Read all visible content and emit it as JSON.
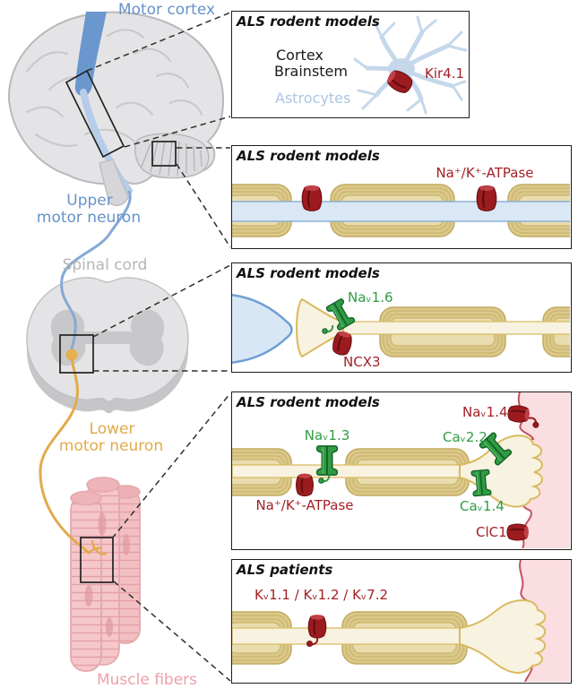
{
  "anatomy": {
    "labels": {
      "motor_cortex": "Motor cortex",
      "upper_1": "Upper",
      "upper_2": "motor neuron",
      "spinal_cord": "Spinal cord",
      "lower_1": "Lower",
      "lower_2": "motor neuron",
      "muscle_fibers": "Muscle fibers"
    }
  },
  "panels": [
    {
      "id": "astrocyte-panel",
      "title": "ALS rodent models",
      "labels": {
        "region1": "Cortex",
        "region2": "Brainstem",
        "cell": "Astrocytes",
        "kir41": "Kir4.1"
      }
    },
    {
      "id": "myelinated-axon-panel",
      "title": "ALS rodent models",
      "labels": {
        "atpase": "Na⁺/K⁺-ATPase"
      }
    },
    {
      "id": "axon-initial-segment-panel",
      "title": "ALS rodent models",
      "labels": {
        "nav16": "Naᵥ1.6",
        "ncx3": "NCX3"
      }
    },
    {
      "id": "neuromuscular-junction-rodent-panel",
      "title": "ALS rodent models",
      "labels": {
        "nav13": "Naᵥ1.3",
        "atpase": "Na⁺/K⁺-ATPase",
        "cav22": "Caᵥ2.2",
        "cav14": "Caᵥ1.4",
        "nav14": "Naᵥ1.4",
        "clc1": "ClC1"
      }
    },
    {
      "id": "neuromuscular-junction-patient-panel",
      "title": "ALS patients",
      "labels": {
        "kv": "Kᵥ1.1 / Kᵥ1.2 / Kᵥ7.2"
      }
    }
  ],
  "colors": {
    "channel_dark_red": "#9b1b1f",
    "channel_green": "#2f9c42",
    "label_red": "#a32025",
    "label_green": "#2f9c42",
    "label_blue": "#6593c9",
    "label_gray": "#b5b5b5",
    "label_yellow": "#e2aa4a",
    "label_pink": "#ee9fa8",
    "astrocyte_blue": "#c5d8eb",
    "myelin_tan": "#dbc88c",
    "axon_cream": "#f8f2e0",
    "axon_light_blue": "#dae8f6",
    "muscle_pink": "#fbdee1",
    "muscle_border_red": "#c5515f"
  }
}
